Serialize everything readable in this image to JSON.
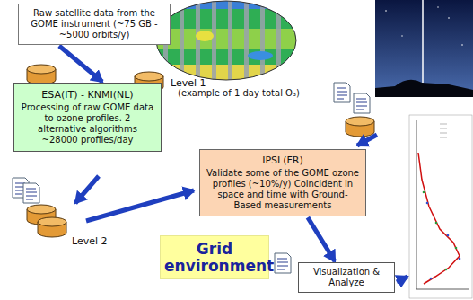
{
  "diagram": {
    "nodes": [
      {
        "text": [
          "Raw satellite data from the GOME instrument (~75 GB - ~5000 orbits/y)"
        ]
      },
      {
        "text": [
          "ESA(IT) - KNMI(NL)",
          "Processing of raw GOME data to ozone profiles. 2 alternative algorithms ~28000 profiles/day"
        ]
      },
      {
        "text": [
          "IPSL(FR)",
          "Validate some of the GOME ozone profiles (~10%/y) Coincident in space and time with Ground-Based measurements"
        ]
      },
      {
        "text": [
          "Grid environment"
        ]
      },
      {
        "text": [
          "Visualization & Analyze"
        ]
      }
    ],
    "edges": [
      {
        "from": 0,
        "to": 1,
        "arrow": "to"
      },
      {
        "from": 2,
        "to": 4,
        "arrow": "to"
      }
    ],
    "labels": [
      "Level 1",
      "(example of 1 day total O₃)",
      "Level 2"
    ]
  }
}
